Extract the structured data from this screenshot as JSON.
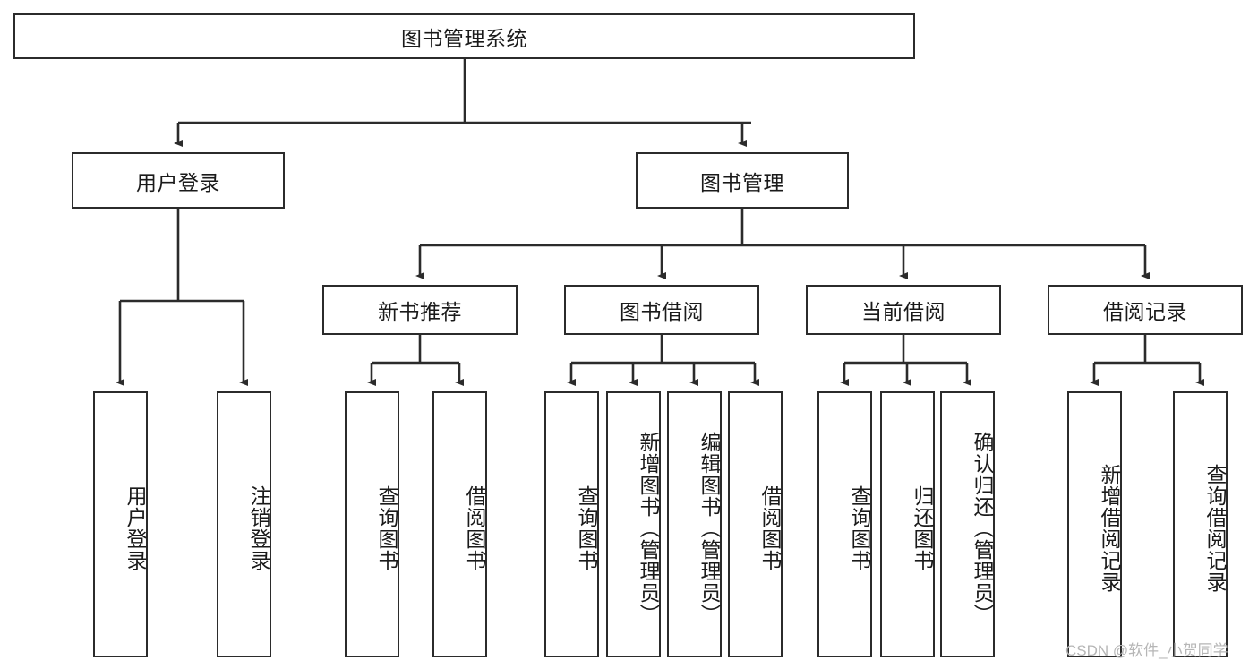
{
  "diagram": {
    "title": "图书管理系统",
    "type": "tree-hierarchy-chart",
    "root": {
      "label": "图书管理系统"
    },
    "level2": [
      {
        "label": "用户登录"
      },
      {
        "label": "图书管理"
      }
    ],
    "level3": [
      {
        "label": "新书推荐"
      },
      {
        "label": "图书借阅"
      },
      {
        "label": "当前借阅"
      },
      {
        "label": "借阅记录"
      }
    ],
    "leaves": {
      "user_login": [
        {
          "label": "用户登录"
        },
        {
          "label": "注销登录"
        }
      ],
      "new_book_recommend": [
        {
          "label": "查询图书"
        },
        {
          "label": "借阅图书"
        }
      ],
      "book_borrow": [
        {
          "label": "查询图书"
        },
        {
          "label": "新增图书（管理员）"
        },
        {
          "label": "编辑图书（管理员）"
        },
        {
          "label": "借阅图书"
        }
      ],
      "current_borrow": [
        {
          "label": "查询图书"
        },
        {
          "label": "归还图书"
        },
        {
          "label": "确认归还（管理员）"
        }
      ],
      "borrow_record": [
        {
          "label": "新增借阅记录"
        },
        {
          "label": "查询借阅记录"
        }
      ]
    }
  },
  "watermark": {
    "text": "CSDN @软件_小贺同学"
  },
  "colors": {
    "border": "#2b2b2b",
    "background": "#ffffff",
    "text": "#1a1a1a",
    "watermark": "#b6b6b6"
  }
}
